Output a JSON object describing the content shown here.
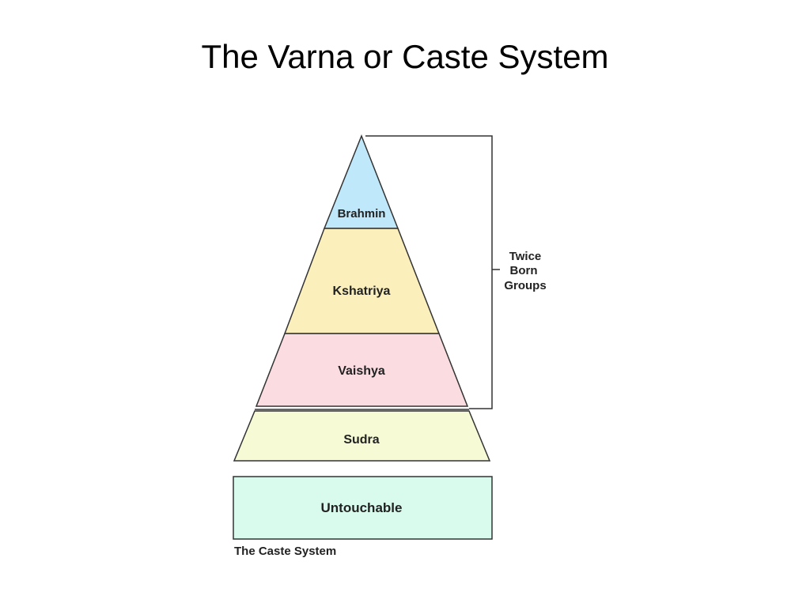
{
  "slide": {
    "title": "The Varna or Caste System"
  },
  "pyramid": {
    "tiers": [
      {
        "label": "Brahmin",
        "color": "#bfe9fb"
      },
      {
        "label": "Kshatriya",
        "color": "#fbefbc"
      },
      {
        "label": "Vaishya",
        "color": "#fbdde1"
      },
      {
        "label": "Sudra",
        "color": "#f6fbd6"
      }
    ],
    "base": {
      "label": "Untouchable",
      "color": "#d8fbee"
    },
    "bracket_label": [
      "Twice",
      "Born",
      "Groups"
    ],
    "caption": "The Caste System",
    "outline_color": "#333333"
  }
}
